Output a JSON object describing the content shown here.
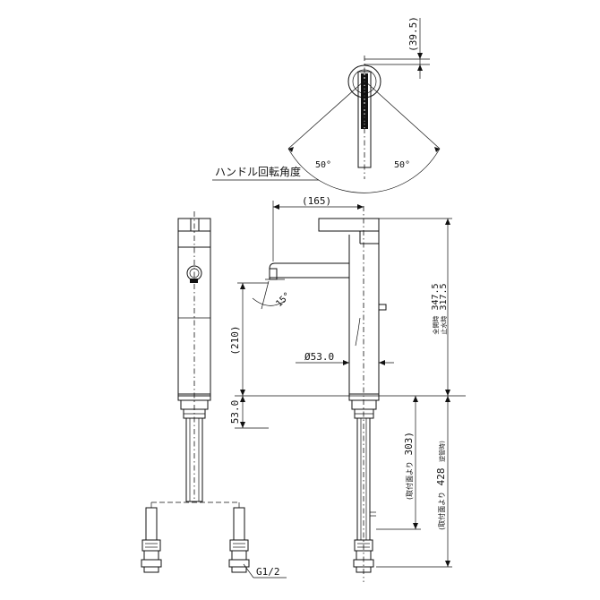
{
  "labels": {
    "handle_rotation_angle": "ハンドル回転角度",
    "angle_left": "50°",
    "angle_right": "50°",
    "dim_top": "(39.5)",
    "dim_165": "(165)",
    "dim_210": "(210)",
    "dim_53": "53.0",
    "dim_phi": "Ø53.0",
    "angle_15": "15°",
    "total_height_label": "全開時",
    "total_height_value": "347.5",
    "stop_height_label": "止水時",
    "stop_height_value": "317.5",
    "mount_303_prefix": "(取付面より",
    "mount_303_value": "303)",
    "mount_428_prefix": "(取付面より",
    "mount_428_value": "428",
    "mount_428_suffix": "逆管時)",
    "thread": "G1/2"
  }
}
